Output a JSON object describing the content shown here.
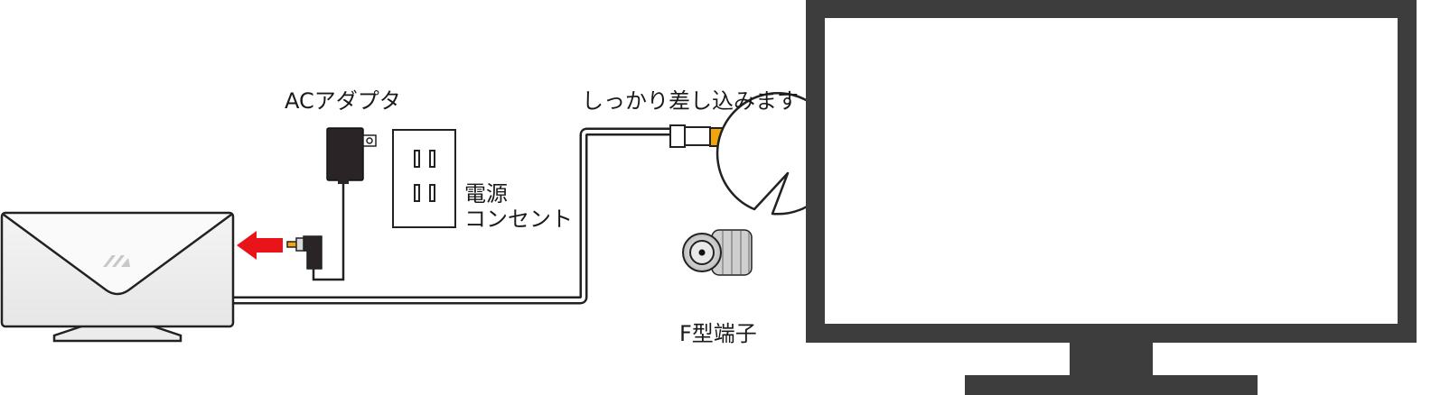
{
  "labels": {
    "ac_adapter": "ACアダプタ",
    "insert_firmly": "しっかり差し込みます",
    "outlet_line1": "電源",
    "outlet_line2": "コンセント",
    "f_terminal": "F型端子"
  },
  "colors": {
    "arrow": "#e8141a",
    "plug_tip": "#f2a60c",
    "tv_frame": "#3d3d3d",
    "tv_screen": "#ffffff",
    "line": "#222222"
  },
  "icons": {
    "antenna_box": "antenna-box-icon",
    "ac_adapter": "ac-adapter-icon",
    "outlet": "wall-outlet-icon",
    "f_plug": "f-connector-plug-icon",
    "f_terminal": "f-terminal-icon",
    "tv": "television-icon"
  }
}
